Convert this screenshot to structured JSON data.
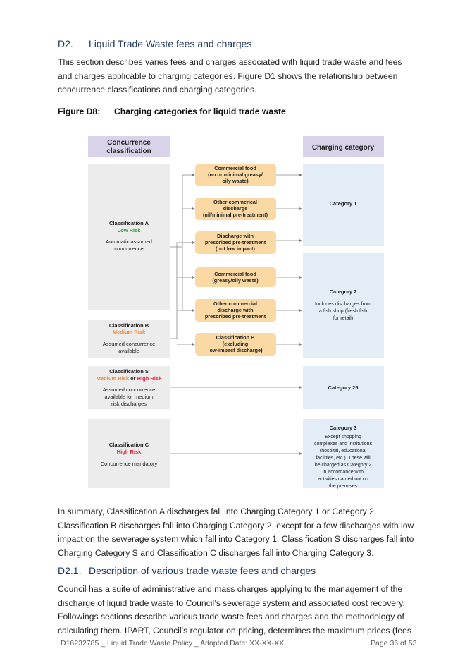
{
  "section": {
    "number": "D2.",
    "title": "Liquid Trade Waste fees and charges"
  },
  "intro": [
    "This section describes varies fees and charges associated with liquid trade waste and fees",
    "and charges applicable to charging categories. Figure D1 shows the relationship between",
    "concurrence classifications and charging categories."
  ],
  "figure": {
    "label": "Figure D8:",
    "title": "Charging categories for liquid trade waste",
    "col_left": [
      "Concurrence",
      "classification"
    ],
    "col_right": "Charging category",
    "class_a": {
      "name": "Classification A",
      "risk": "Low Risk",
      "desc": [
        "Automatic assumed",
        "concurrence"
      ]
    },
    "class_b": {
      "name": "Classification B",
      "risk": "Medium Risk",
      "desc": [
        "Assumed concurrence",
        "available"
      ]
    },
    "class_s": {
      "name": "Classification S",
      "risk_1": "Medium Risk",
      "risk_or": " or ",
      "risk_2": "High Risk",
      "desc": [
        "Assumed concurrence",
        "available for medium",
        "risk discharges"
      ]
    },
    "class_c": {
      "name": "Classification C",
      "risk": "High Risk",
      "desc": [
        "Concurrence mandatory"
      ]
    },
    "boxes": [
      [
        "Commercial food",
        "(no or minimal greasy/",
        "oily waste)"
      ],
      [
        "Other commerical",
        "discharge",
        "(nil/minimal pre-treatment)"
      ],
      [
        "Discharge with",
        "prescribed pre-treatment",
        "(but low impact)"
      ],
      [
        "Commercial food",
        "(greasy/oily waste)"
      ],
      [
        "Other commercial",
        "discharge with",
        "prescribed pre-treatment"
      ],
      [
        "Classification B",
        "(excluding",
        "low-impact discharge)"
      ]
    ],
    "cat1": {
      "name": "Category 1"
    },
    "cat2": {
      "name": "Category 2",
      "desc": [
        "Includes discharges from",
        "a fish shop (fresh fish",
        "for retail)"
      ]
    },
    "cat25": {
      "name": "Category 25"
    },
    "cat3": {
      "name": "Category 3",
      "desc": [
        "Except shopping",
        "complexes and institutions",
        "(hospital, educational",
        "facilities, etc.). These will",
        "be charged as Category 2",
        "in accordance with",
        "activities carried out on",
        "the premises"
      ]
    },
    "colors": {
      "header": "#d9d2e9",
      "grey": "#ececec",
      "blue": "#e3edf8",
      "orange": "#fbd9a4",
      "green": "#3a9c3a",
      "amber": "#ee8a3a",
      "red": "#e0283a"
    }
  },
  "summary": [
    "In summary, Classification A discharges fall into Charging Category 1 or Category 2.",
    "Classification B discharges fall into Charging Category 2, except for a few discharges with low",
    "impact on the sewerage system which fall into Category 1. Classification S discharges fall into",
    "Charging Category S and Classification C discharges fall into Charging Category 3."
  ],
  "subsection": {
    "number": "D2.1.",
    "title": "Description of various trade waste fees and charges"
  },
  "body": [
    "Council has a suite of administrative and mass charges applying to the management of the",
    "discharge of liquid trade waste to Council’s sewerage system and associated cost recovery.",
    "Followings sections describe various trade waste fees and charges and the methodology of",
    "calculating them. IPART, Council’s regulator on pricing, determines the maximum prices (fees"
  ],
  "footer": {
    "left": "D16232785 _ Liquid Trade Waste Policy _ Adopted Date: XX-XX-XX",
    "page_prefix": "Page ",
    "page": "36",
    "page_of": " of ",
    "total": "53"
  }
}
